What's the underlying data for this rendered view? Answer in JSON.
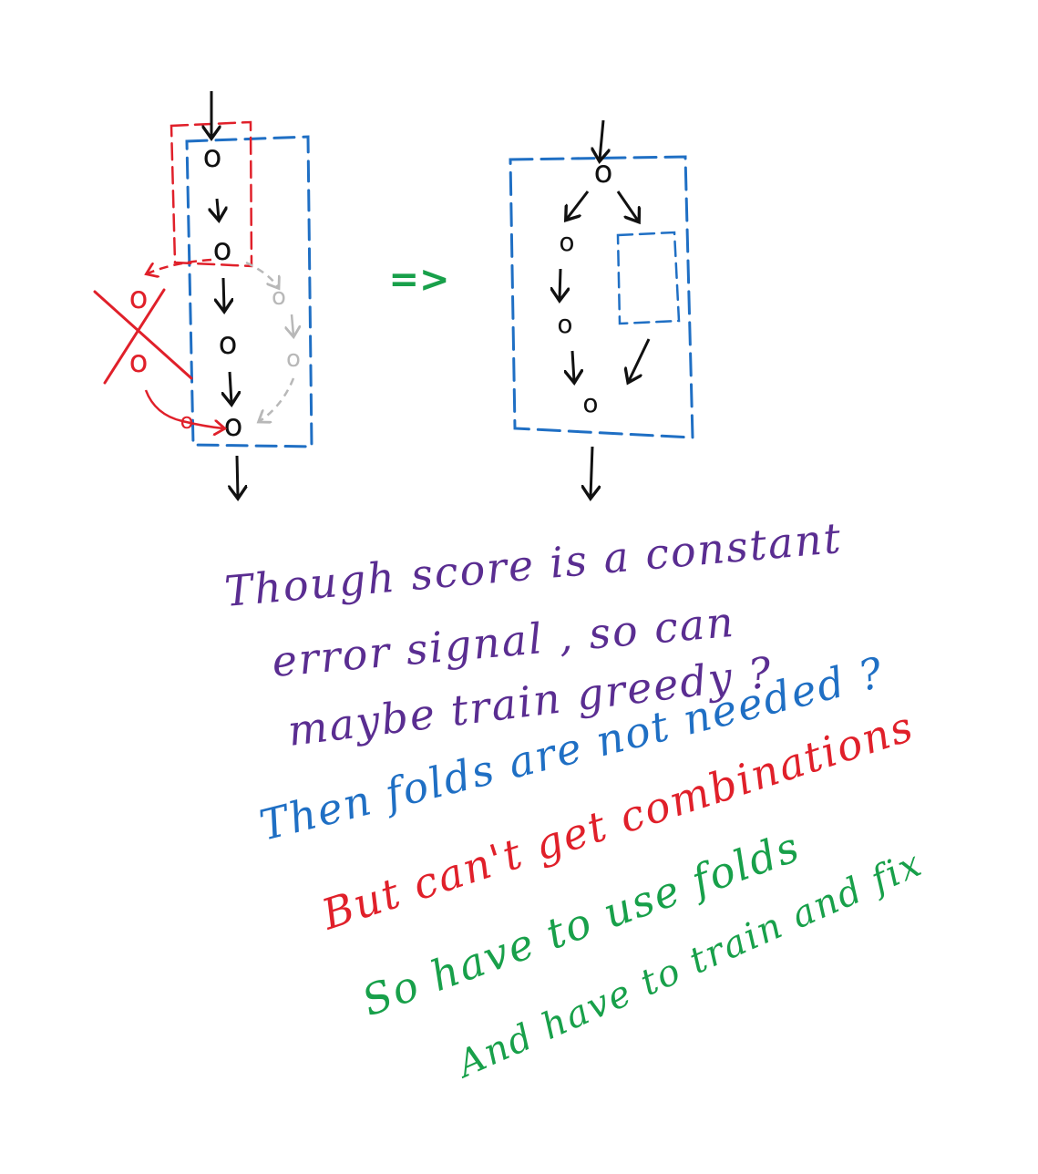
{
  "colors": {
    "ink": "#111111",
    "blue": "#1f6fc4",
    "red": "#e0202a",
    "grey": "#b8b8b8",
    "green": "#18a04a",
    "purple": "#5a2d91"
  },
  "diagram": {
    "node_glyph": "o",
    "implies_glyph": "=>"
  },
  "notes": {
    "line1": "Though score is a constant",
    "line2": "error signal , so can",
    "line3": "maybe train greedy ?",
    "line4": "Then folds are not needed ?",
    "line5": "But can't get combinations",
    "line6": "So have to use folds",
    "line7": "And have to train and fix"
  }
}
